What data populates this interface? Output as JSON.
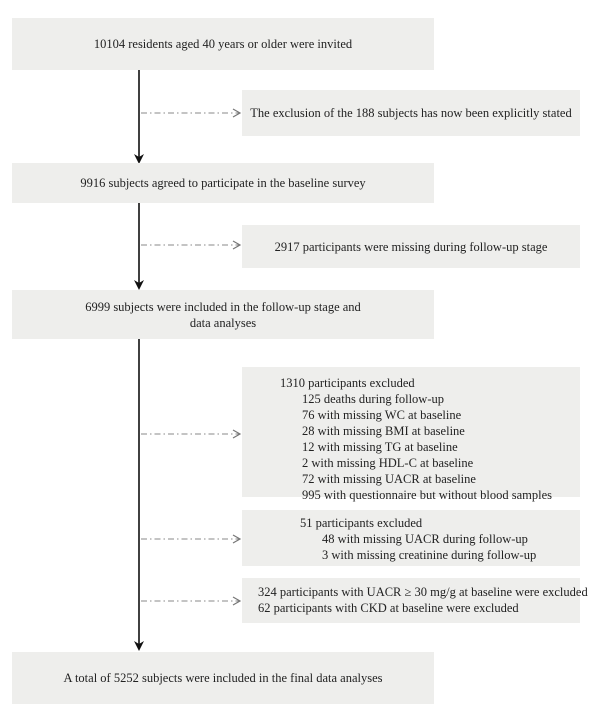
{
  "boxes": {
    "invited": "10104 residents aged 40 years or older were invited",
    "excl188": "The exclusion of the 188 subjects has now been explicitly stated",
    "agreed": "9916 subjects agreed to participate in the baseline survey",
    "missing_followup": "2917 participants were missing during follow-up stage",
    "included_followup": "6999 subjects were included in the follow-up stage and data analyses",
    "final": "A total of 5252 subjects were included in the final data analyses"
  },
  "exclusion1": {
    "header": "1310 participants excluded",
    "items": [
      "125 deaths during follow-up",
      "76 with missing WC at baseline",
      "28 with missing BMI at baseline",
      "12 with missing TG at baseline",
      "2 with missing HDL-C at baseline",
      "72 with missing UACR at baseline",
      "995 with questionnaire but without blood samples"
    ]
  },
  "exclusion2": {
    "header": "51 participants excluded",
    "items": [
      "48 with missing UACR during follow-up",
      "3 with missing creatinine during follow-up"
    ]
  },
  "exclusion3": {
    "items": [
      "324 participants with UACR ≥ 30 mg/g at baseline were excluded",
      "62 participants with CKD at baseline were excluded"
    ]
  }
}
